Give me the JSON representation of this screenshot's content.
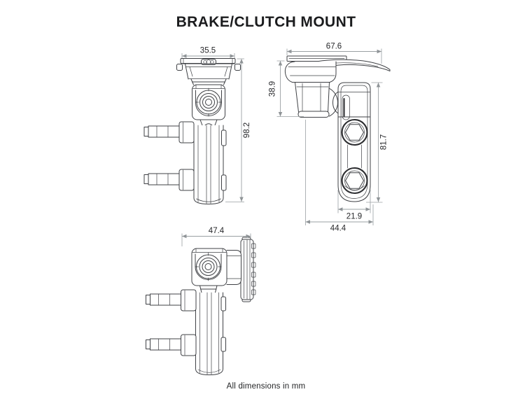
{
  "title": "BRAKE/CLUTCH MOUNT",
  "note": "All dimensions in mm",
  "views": {
    "front": {
      "dims": {
        "top_width": "35.5",
        "overall_height": "98.2"
      }
    },
    "side": {
      "dims": {
        "top_width": "67.6",
        "mount_height": "38.9",
        "arm_length": "81.7",
        "arm_width": "21.9",
        "overall_depth": "44.4"
      }
    },
    "tilted": {
      "dims": {
        "top_width": "47.4"
      }
    }
  },
  "colors": {
    "outline": "#3f4145",
    "dimension_lines": "#9aa0a3",
    "text": "#1b1c1e",
    "background": "#ffffff"
  }
}
